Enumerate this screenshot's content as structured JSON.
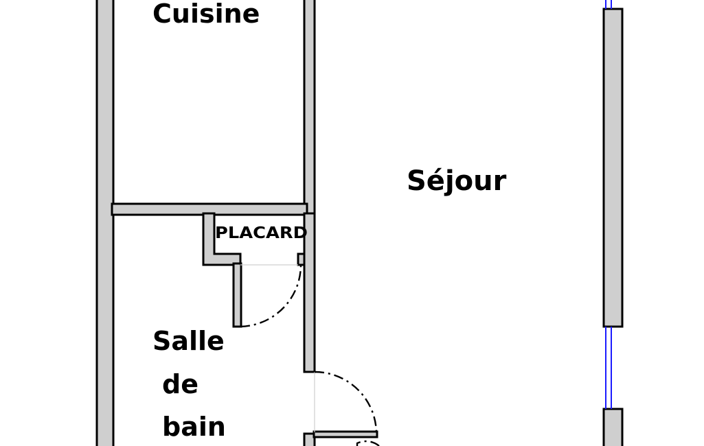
{
  "floor_plan": {
    "rooms": {
      "kitchen": "Cuisine",
      "living": "Séjour",
      "closet": "PLACARD",
      "bathroom_line1": "Salle",
      "bathroom_line2": "de",
      "bathroom_line3": "bain"
    },
    "colors": {
      "wall_fill": "#cfcfcf",
      "wall_stroke": "#000000",
      "window": "#1a1aff",
      "background": "#ffffff"
    }
  }
}
